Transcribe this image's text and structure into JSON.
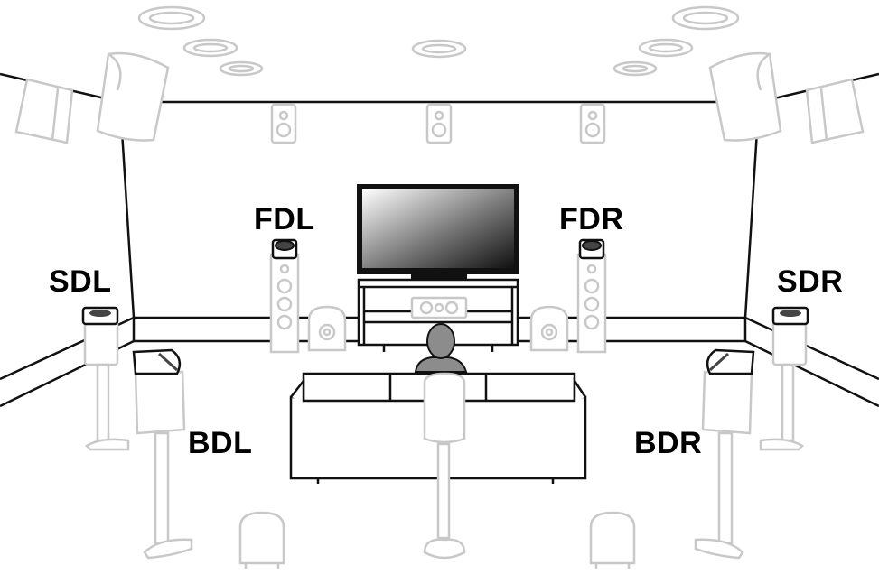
{
  "labels": {
    "fdl": "FDL",
    "fdr": "FDR",
    "sdl": "SDL",
    "sdr": "SDR",
    "bdl": "BDL",
    "bdr": "BDR"
  },
  "colors": {
    "line_light": "#c8c8c8",
    "line_dark": "#111111",
    "label": "#000000",
    "listener": "#8c8c8c"
  }
}
